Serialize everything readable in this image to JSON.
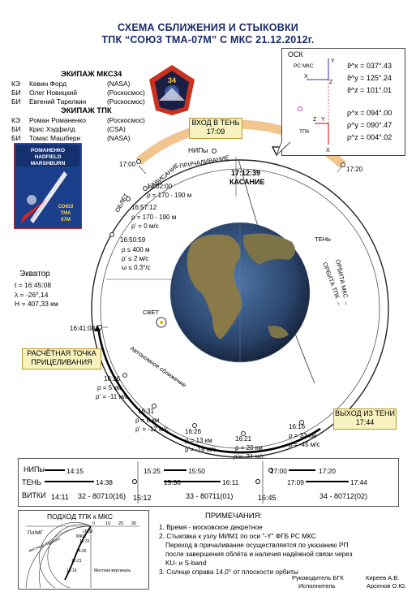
{
  "title": {
    "line1": "СХЕМА СБЛИЖЕНИЯ И СТЫКОВКИ",
    "line2": "ТПК “СОЮЗ ТМА-07М” С МКС  21.12.2012г."
  },
  "crew_iss": {
    "heading": "ЭКИПАЖ  МКС34",
    "members": [
      {
        "role": "КЭ",
        "name": "Кевин Форд",
        "agency": "(NASA)"
      },
      {
        "role": "БИ",
        "name": "Олег Новицкий",
        "agency": "(Роскосмос)"
      },
      {
        "role": "БИ",
        "name": "Евгений Тарелкин",
        "agency": "(Роскосмос)"
      }
    ]
  },
  "crew_tpk": {
    "heading": "ЭКИПАЖ  ТПК",
    "members": [
      {
        "role": "КЭ",
        "name": "Роман Романенко",
        "agency": "(Роскосмос)"
      },
      {
        "role": "БИ",
        "name": "Крис Хэдфилд",
        "agency": "(CSA)"
      },
      {
        "role": "БИ",
        "name": "Томас Машберн",
        "agency": "(NASA)"
      }
    ]
  },
  "patch_iss": {
    "number": "34"
  },
  "patch_crew": {
    "names": [
      "РОМАНЕНКО",
      "HADFIELD",
      "MARSHBURN"
    ],
    "ship": [
      "СОЮЗ",
      "ТМА",
      "07М"
    ]
  },
  "osk": {
    "title": "ОСК",
    "pc_mks_label": "РС МКС",
    "tpk_label": "ТПК",
    "axes": {
      "x": "X",
      "y": "Y",
      "z": "Z"
    },
    "angles": [
      "ϑ^x = 037°.43",
      "ϑ^y = 125°.24",
      "ϑ^z = 101°.01",
      "ρ^x = 094°.00",
      "ρ^y = 090°.47",
      "ρ^z = 004°.02"
    ]
  },
  "callouts": {
    "shadow_entry": {
      "label": "ВХОД В ТЕНЬ",
      "time": "17:09"
    },
    "shadow_exit": {
      "label": "ВЫХОД ИЗ ТЕНИ",
      "time": "17:44"
    },
    "aim_point": {
      "line1": "РАСЧЁТНАЯ ТОЧКА",
      "line2": "ПРИЦЕЛИВАНИЯ"
    }
  },
  "orbit": {
    "nip_label": "НИПы",
    "berthing": "ПРИЧАЛИВАНИЕ",
    "hover": "ЗАВИСАНИЕ",
    "flyaround": "ОБЛЁТ",
    "autonomous": "Автономное сближение",
    "docking_time": "17:12:39",
    "docking_label": "КАСАНИЕ",
    "shadow": "ТЕНЬ",
    "light": "СВЕТ",
    "orbit_tpk": "ОРБИТА ТПК →",
    "orbit_mks": "ОРБИТА МКС →",
    "t1700": "17:00",
    "t1720": "17:20",
    "p1702": {
      "t": "17:02:00",
      "r": "ρ = 170 - 190 м"
    },
    "p1657": {
      "t": "16:57:12",
      "r": "ρ = 170 - 190 м",
      "rr": "ρ' = 0 м/с"
    },
    "p1650": {
      "t": "16:50:59",
      "r": "ρ ≤ 400 м",
      "rr": "ρ' ≤ 2 м/с",
      "w": "ω ≤ 0.3°/с"
    },
    "equator": {
      "label": "Экватор",
      "t": "t = 16:45:08",
      "lam": "λ = -26°,14",
      "h": "H = 407,33 км"
    },
    "aim_time": "16:41:08",
    "p1636": {
      "t": "16:36",
      "r": "ρ = 5 км",
      "rr": "ρ' = -11 м/с"
    },
    "p1631": {
      "t": "16:31",
      "r": "ρ = 8 км",
      "rr": "ρ' = -12 м/с"
    },
    "p1626": {
      "t": "16:26",
      "r": "ρ = 13 км",
      "rr": "ρ'= -18 м/с"
    },
    "p1621": {
      "t": "16:21",
      "r": "ρ = 20 км",
      "rr": "ρ'= -31 м/с"
    },
    "p1616": {
      "t": "16:16",
      "r": "ρ = 33 км",
      "rr": "ρ'= -45 м/с"
    }
  },
  "timeline": {
    "row_labels": [
      "НИПы",
      "ТЕНЬ",
      "ВИТКИ"
    ],
    "panels": [
      {
        "nip": "14:15",
        "shadow": "14:38",
        "start": "14:11",
        "orbit": "32 - 80710(16)"
      },
      {
        "nip_a": "15:25",
        "nip_b": "15:50",
        "sh_a": "15:36",
        "sh_b": "16:11",
        "start": "15:12",
        "orbit": "33 - 80711(01)"
      },
      {
        "nip_a": "17:00",
        "nip_b": "17:20",
        "sh_a": "17:09",
        "sh_b": "17:44",
        "start": "16:45",
        "orbit": "34 - 80712(02)"
      }
    ]
  },
  "approach": {
    "title": "ПОДХОД ТПК к МКС",
    "plane": "Пл/МГ",
    "horizon": "местный горизонт",
    "vertical": "Местная вертикаль",
    "mks": "МКС",
    "scale": [
      "0",
      "10",
      "20",
      "30"
    ],
    "times": [
      "16:36",
      "16:31",
      "16:26",
      "16:21",
      "16:16"
    ]
  },
  "notes": {
    "heading": "ПРИМЕЧАНИЯ:",
    "items": [
      "1. Время - московское декретное",
      "2. Стыковка к узлу МИМ1 по оси \"-Y\" ФГБ РС МКС",
      "Переход в причаливание осуществляется по указанию РП",
      "после завершения облёта и наличия надёжной связи через",
      "KU- и S-band",
      "3. Солнце справа 14,0° от плоскости орбиты"
    ]
  },
  "signoff": {
    "head_role": "Руководитель БГК",
    "head_name": "Киреев А.В.",
    "exec_role": "Исполнитель",
    "exec_name": "Арсенов О.Ю."
  },
  "colors": {
    "title": "#1a2a6b",
    "nip_band": "#f2c48e",
    "callout": "#f8f2bf",
    "earth_land": "#8a7a4a",
    "earth_ocean": "#2f4f7a"
  }
}
